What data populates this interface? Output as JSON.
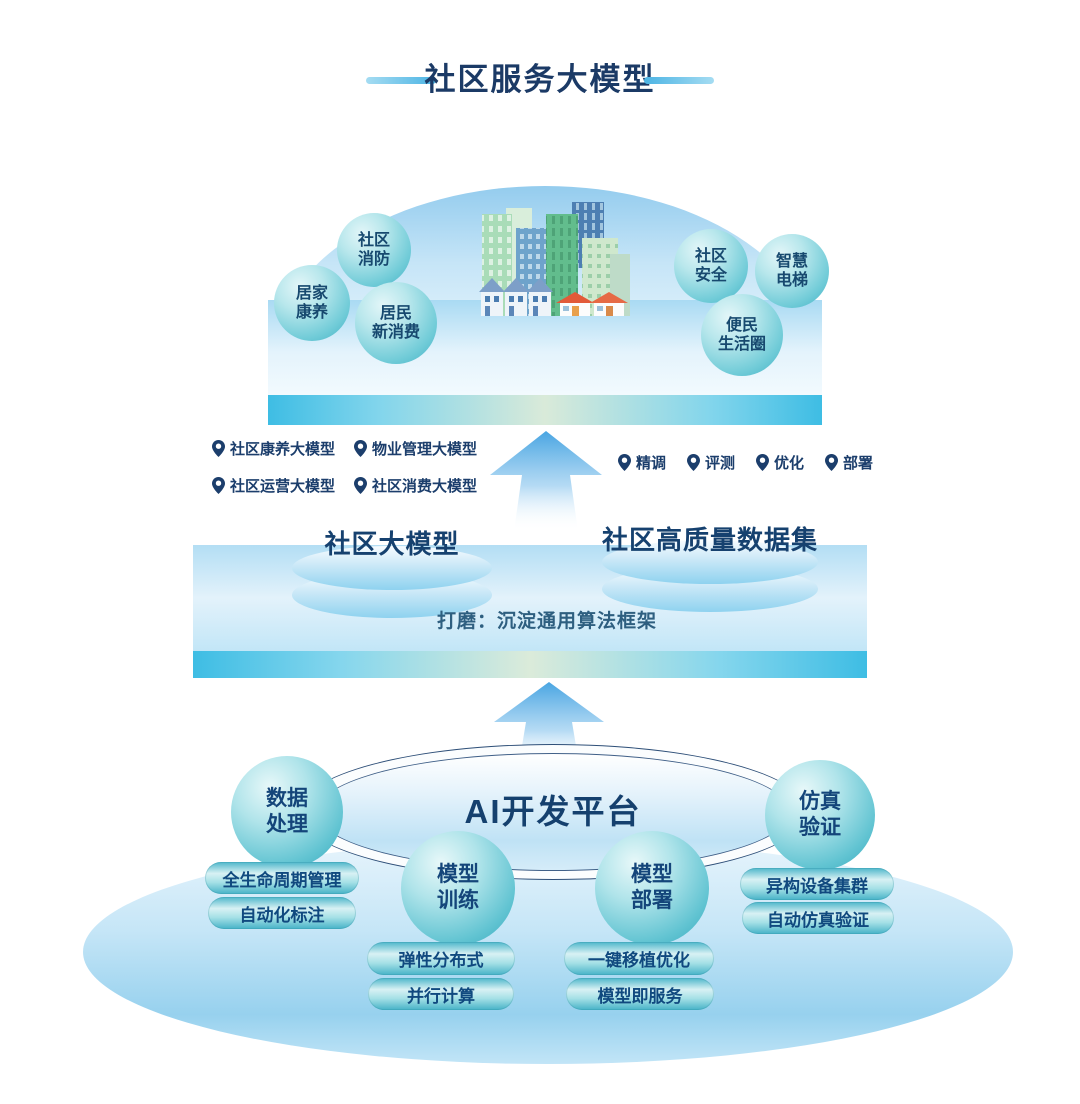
{
  "header": {
    "title": "社区服务大模型"
  },
  "top": {
    "bubbles": [
      {
        "label": "社区\n消防"
      },
      {
        "label": "居家\n康养"
      },
      {
        "label": "居民\n新消费"
      },
      {
        "label": "社区\n安全"
      },
      {
        "label": "智慧\n电梯"
      },
      {
        "label": "便民\n生活圈"
      }
    ],
    "city_icon": "city-buildings"
  },
  "middle": {
    "pin_icon": "location-pin",
    "left_models": [
      "社区康养大模型",
      "物业管理大模型",
      "社区运营大模型",
      "社区消费大模型"
    ],
    "right_steps": [
      "精调",
      "评测",
      "优化",
      "部署"
    ],
    "left_platform": "社区大模型",
    "right_platform": "社区高质量数据集",
    "caption": "打磨：沉淀通用算法框架"
  },
  "bottom": {
    "platform_label": "AI开发平台",
    "spheres": [
      {
        "label": "数据\n处理"
      },
      {
        "label": "模型\n训练"
      },
      {
        "label": "模型\n部署"
      },
      {
        "label": "仿真\n验证"
      }
    ],
    "pills": {
      "left": [
        "全生命周期管理",
        "自动化标注"
      ],
      "right": [
        "异构设备集群",
        "自动仿真验证"
      ],
      "center_left": [
        "弹性分布式",
        "并行计算"
      ],
      "center_right": [
        "一键移植优化",
        "模型即服务"
      ]
    }
  },
  "icons": {
    "arrow": "up-arrow"
  },
  "colors": {
    "navy_text": "#16416f",
    "teal_sphere": "#3fb0c4",
    "cyan_rim": "#3ebde4",
    "arrow_blue": "#49a5e2",
    "base_blue": "#97d1ee"
  }
}
